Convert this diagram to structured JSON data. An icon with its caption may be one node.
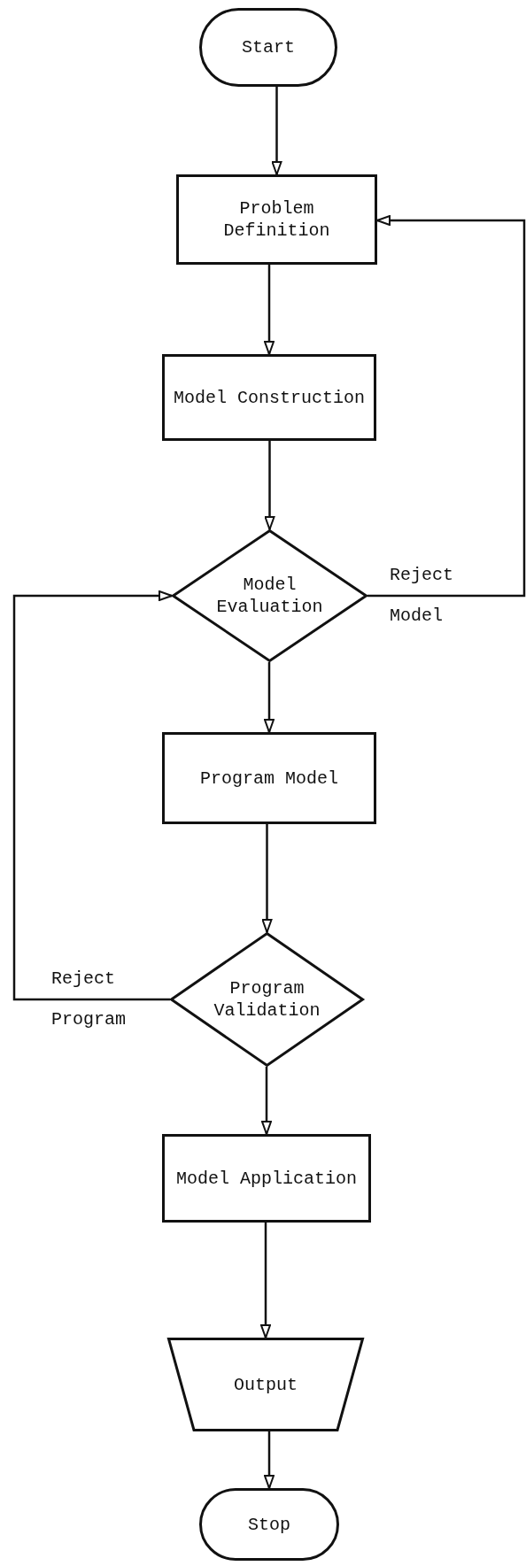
{
  "diagram": {
    "nodes": [
      {
        "text": [
          "Start"
        ]
      },
      {
        "text": [
          "Problem Definition"
        ]
      },
      {
        "text": [
          "Model Construction"
        ]
      },
      {
        "text": [
          "Model Evaluation"
        ]
      },
      {
        "text": [
          "Program Model"
        ]
      },
      {
        "text": [
          "Program Validation"
        ]
      },
      {
        "text": [
          "Model Application"
        ]
      },
      {
        "text": [
          "Output"
        ]
      },
      {
        "text": [
          "Stop"
        ]
      }
    ],
    "edges": [
      {
        "from": 0,
        "to": 1,
        "arrow": "to"
      },
      {
        "from": 1,
        "to": 2,
        "arrow": "to"
      },
      {
        "from": 2,
        "to": 3,
        "arrow": "to"
      },
      {
        "from": 3,
        "to": 4,
        "arrow": "to"
      },
      {
        "from": 4,
        "to": 5,
        "arrow": "to"
      },
      {
        "from": 5,
        "to": 6,
        "arrow": "to"
      },
      {
        "from": 6,
        "to": 7,
        "arrow": "to"
      },
      {
        "from": 7,
        "to": 8,
        "arrow": "to"
      },
      {
        "from": 3,
        "to": 1,
        "arrow": "to",
        "label": "Reject Model"
      },
      {
        "from": 5,
        "to": 3,
        "arrow": "to",
        "label": "Reject Program"
      }
    ]
  }
}
